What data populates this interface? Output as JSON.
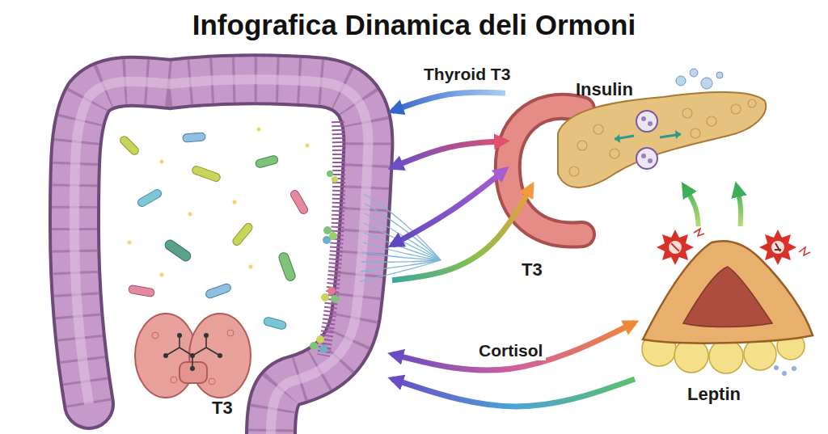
{
  "diagram": {
    "title": "Infografica Dinamica deli Ormoni",
    "nodes": [
      {
        "text": [
          "T3"
        ]
      },
      {
        "text": [
          "Insulin",
          "T3"
        ]
      },
      {
        "text": [
          "Leptin"
        ]
      }
    ],
    "edges": [
      {
        "from": 1,
        "to": 0,
        "arrow": "to",
        "label": "Thyroid T3"
      },
      {
        "from": 0,
        "to": 1,
        "arrow": "both"
      },
      {
        "from": 0,
        "to": 1,
        "arrow": "both"
      },
      {
        "from": 0,
        "to": 1,
        "arrow": "to"
      },
      {
        "from": 2,
        "to": 1,
        "arrow": "to"
      },
      {
        "from": 2,
        "to": 1,
        "arrow": "to"
      },
      {
        "from": 0,
        "to": 2,
        "arrow": "both",
        "label": "Cortisol"
      },
      {
        "from": 2,
        "to": 0,
        "arrow": "to"
      }
    ]
  }
}
